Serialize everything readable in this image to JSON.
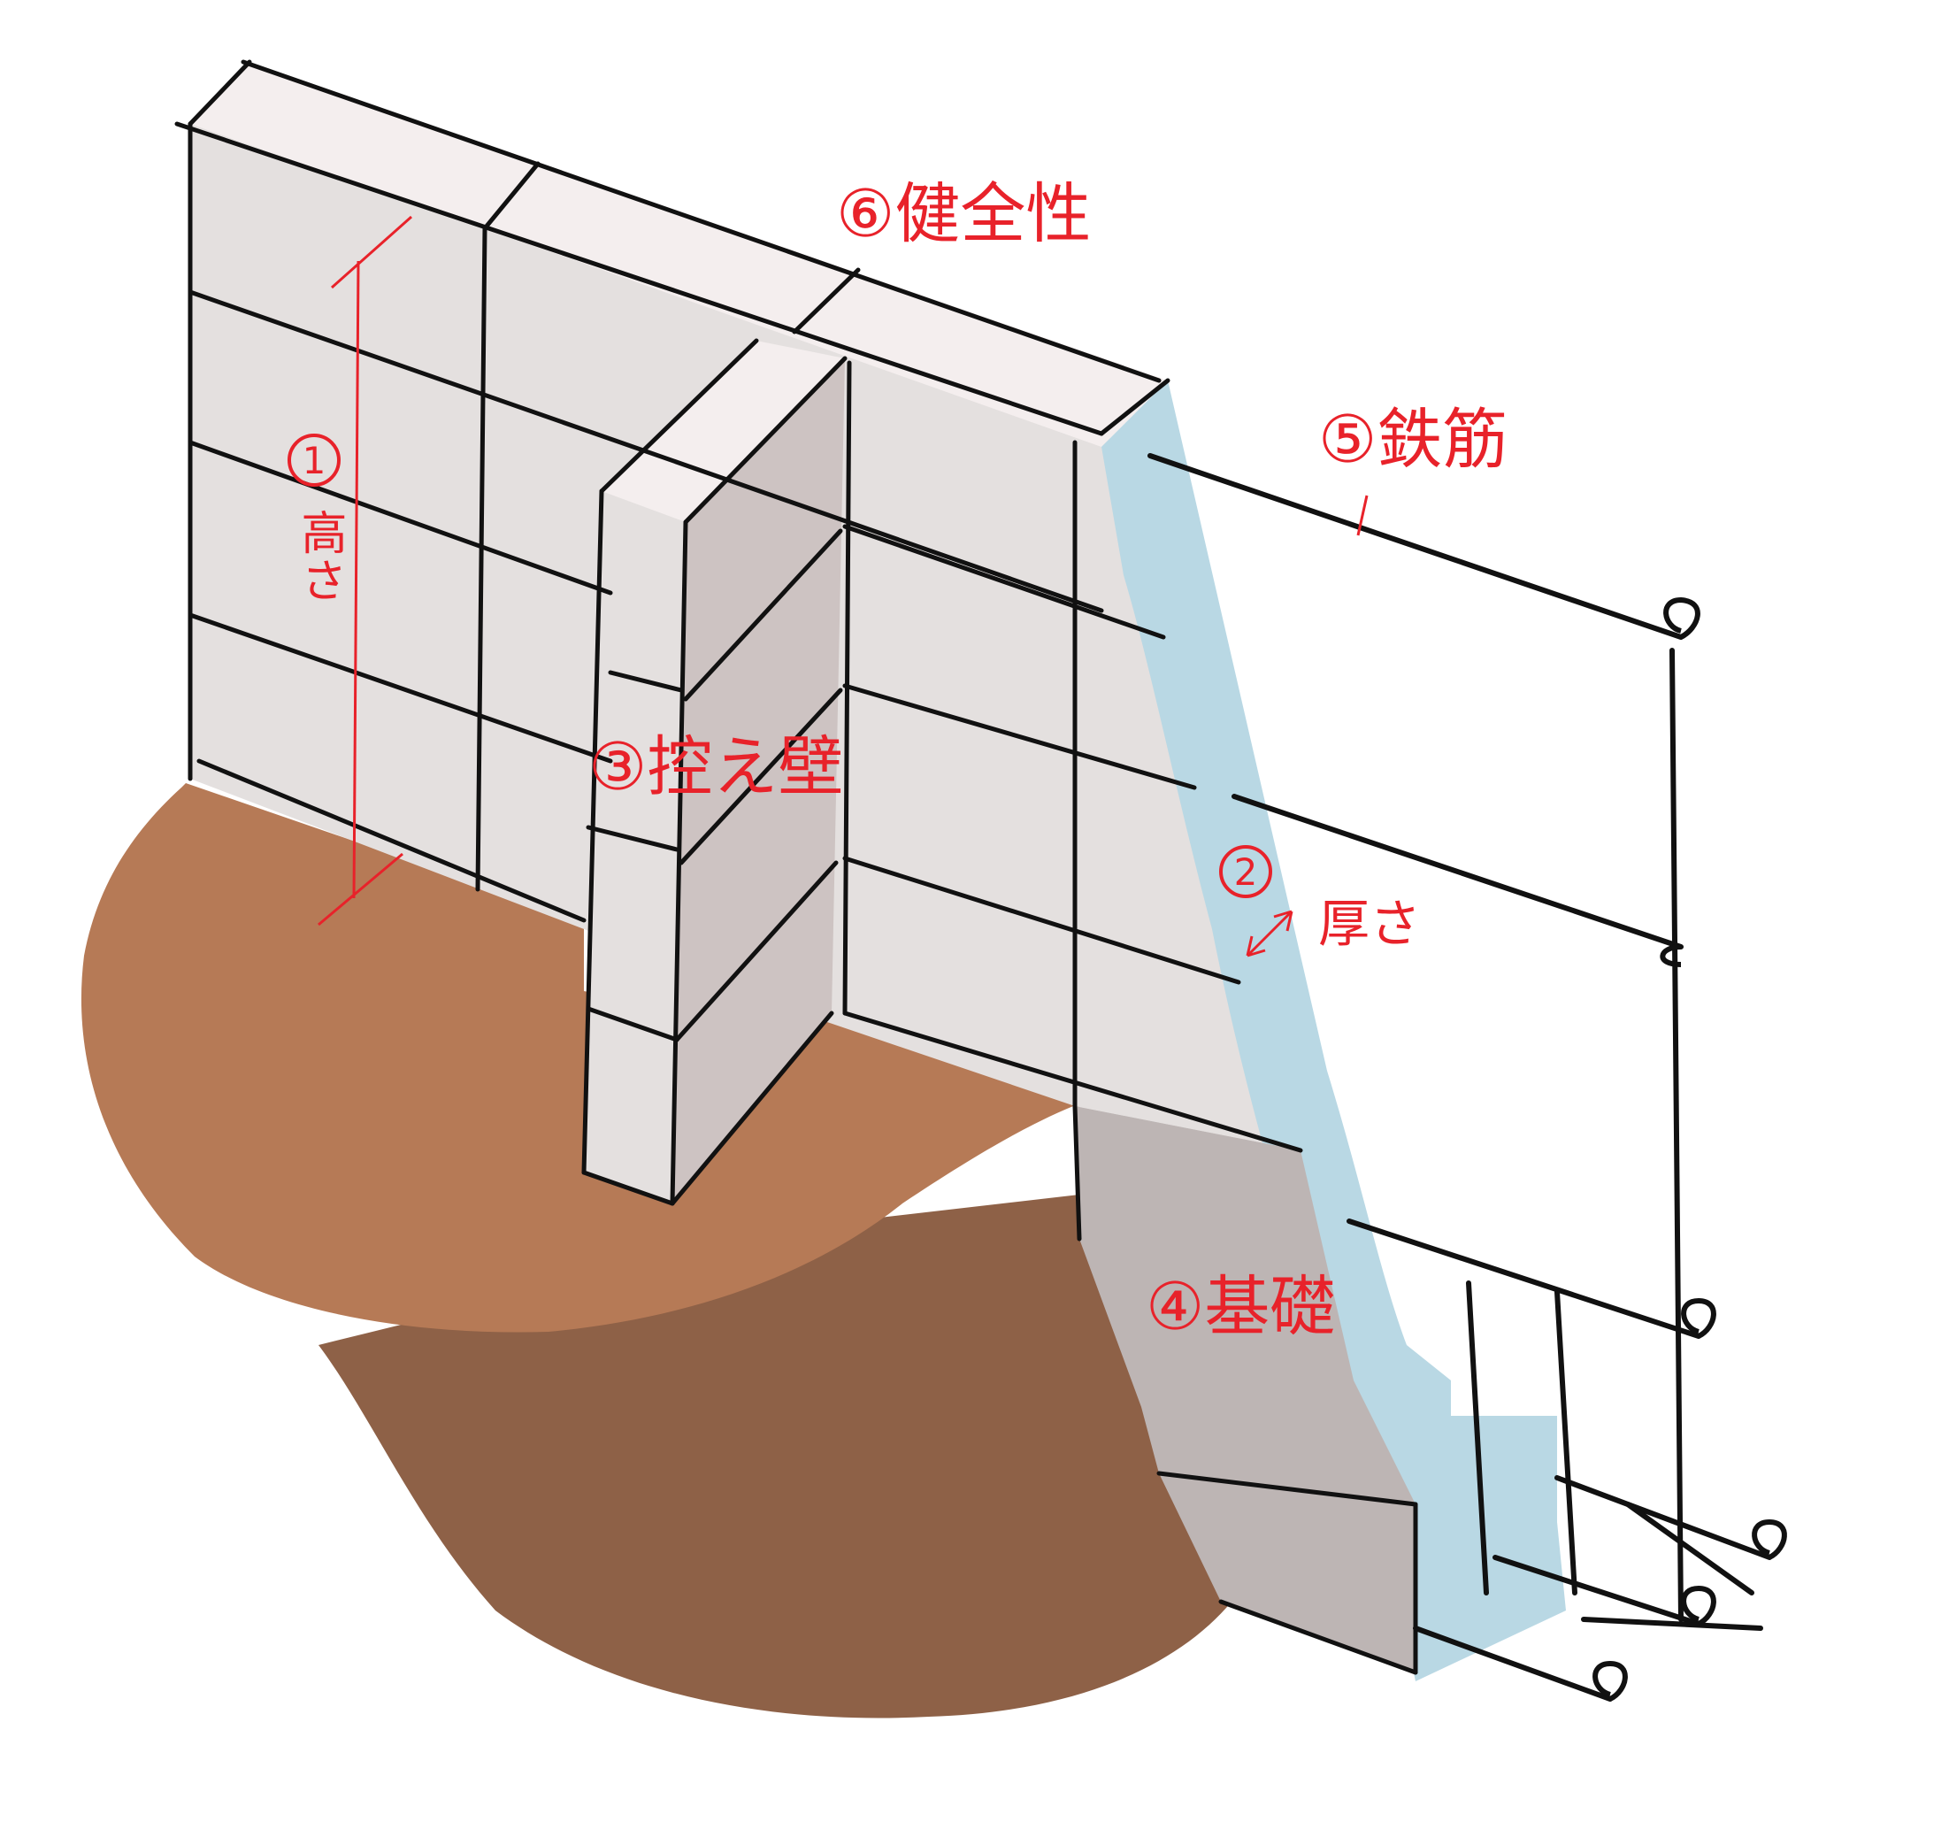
{
  "labels": {
    "integrity": "⑥健全性",
    "rebar": "⑤鉄筋",
    "buttress": "③控え壁",
    "foundation": "④基礎",
    "height_num": "1",
    "height_text": "高さ",
    "thickness_num": "2",
    "thickness_text": "厚さ"
  },
  "colors": {
    "annotation": "#e8222a",
    "block_face": "#e4e0df",
    "block_top": "#f4eeee",
    "buttress_side": "#cdc3c2",
    "mortar_section": "#b9d8e4",
    "foundation": "#bdb5b4",
    "soil_surface": "#b67a56",
    "soil_depth": "#8e6147",
    "outline": "#111111"
  }
}
